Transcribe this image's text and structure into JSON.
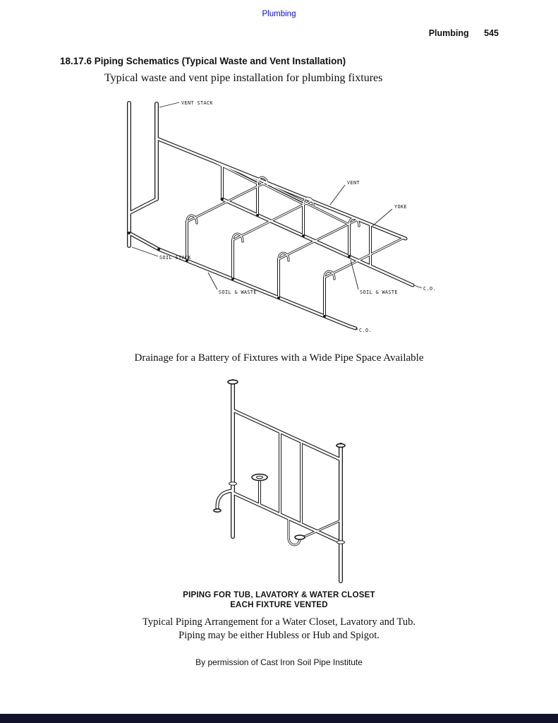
{
  "header": {
    "top_link": "Plumbing",
    "chapter": "Plumbing",
    "page_number": "545"
  },
  "section": {
    "heading": "18.17.6 Piping Schematics (Typical Waste and Vent Installation)",
    "subtitle": "Typical waste and vent pipe installation for plumbing fixtures"
  },
  "figure1": {
    "caption": "Drainage for a Battery of Fixtures with a Wide Pipe Space Available",
    "labels": {
      "vent_stack": "VENT STACK",
      "vent": "VENT",
      "yoke": "YOKE",
      "soil_stack": "SOIL STACK",
      "soil_waste_left": "SOIL & WASTE",
      "soil_waste_right": "SOIL & WASTE",
      "co_right": "C.O.",
      "co_bottom": "C.O."
    }
  },
  "figure2": {
    "caption_line1": "PIPING FOR TUB, LAVATORY & WATER CLOSET",
    "caption_line2": "EACH FIXTURE VENTED",
    "description_line1": "Typical Piping Arrangement for a Water Closet, Lavatory and Tub.",
    "description_line2": "Piping may be either Hubless or Hub and Spigot."
  },
  "credit": "By permission of Cast Iron Soil Pipe Institute"
}
